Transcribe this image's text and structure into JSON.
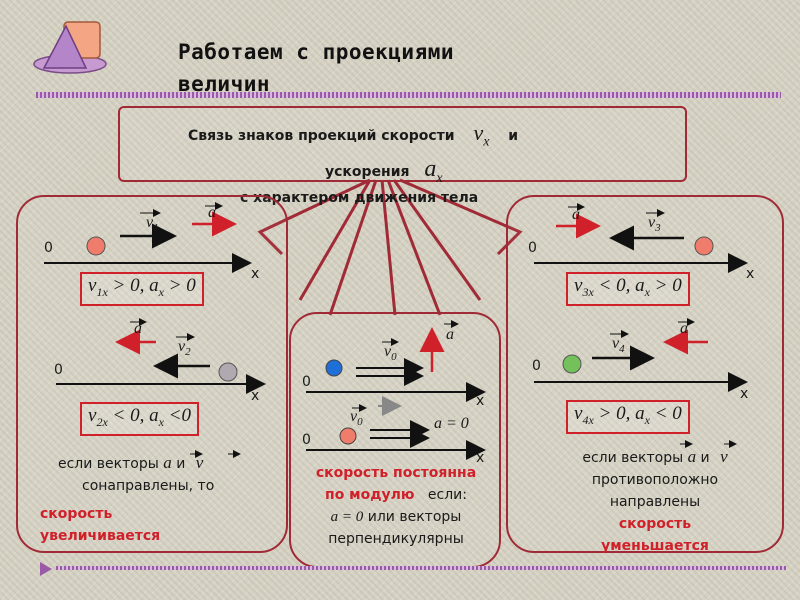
{
  "title": "Работаем с проекциями величин",
  "header": {
    "line1": "Связь  знаков проекций скорости",
    "line1_sym": "v",
    "line1_sub": "x",
    "line1_end": "и",
    "line2": "ускорения",
    "line2_sym": "a",
    "line2_sub": "x",
    "line3": "с  характером движения тела"
  },
  "axis": {
    "origin": "0",
    "x": "x"
  },
  "labels": {
    "v1": "v",
    "v1_sub": "1",
    "v2": "v",
    "v2_sub": "2",
    "v3": "v",
    "v3_sub": "3",
    "v4": "v",
    "v4_sub": "4",
    "v0": "v",
    "v0_sub": "0",
    "a": "a",
    "a_zero": "a = 0"
  },
  "conditions": {
    "c1": {
      "v": "v",
      "sub": "1x",
      "rest": " > 0, a",
      "sub2": "x",
      "rest2": " > 0"
    },
    "c2": {
      "v": "v",
      "sub": "2x",
      "rest": " < 0, a",
      "sub2": "x",
      "rest2": " <0"
    },
    "c3": {
      "v": "v",
      "sub": "3x",
      "rest": " < 0, a",
      "sub2": "x",
      "rest2": " > 0"
    },
    "c4": {
      "v": "v",
      "sub": "4x",
      "rest": " > 0, a",
      "sub2": "x",
      "rest2": " < 0"
    }
  },
  "left_text": {
    "line1": "если векторы",
    "sym_a": "a",
    "and": "и",
    "sym_v": "v",
    "line2": "сонаправлены, то",
    "red": "скорость увеличивается"
  },
  "center_text": {
    "red1": "скорость постоянна",
    "red2": "по  модулю",
    "if": "если:",
    "line3_sym": "a = 0",
    "line3": "или векторы",
    "line4": "перпендикулярны"
  },
  "right_text": {
    "line1": "если векторы",
    "sym_a": "a",
    "and": "и",
    "sym_v": "v",
    "line2": "противоположно",
    "line3": "направлены",
    "red": "скорость уменьшается"
  },
  "colors": {
    "panel_border": "#a02a36",
    "red": "#d0202a",
    "orange_ball": "#f07c6c",
    "gray_ball": "#b0aab0",
    "blue_ball": "#1e6fd8",
    "green_ball": "#74c05a",
    "stripe": "#9a5aa8",
    "logo_square": "#f3a584",
    "logo_triangle": "#b485c8"
  },
  "icons": [
    "triangle-square-logo-icon",
    "play-triangle-icon"
  ]
}
